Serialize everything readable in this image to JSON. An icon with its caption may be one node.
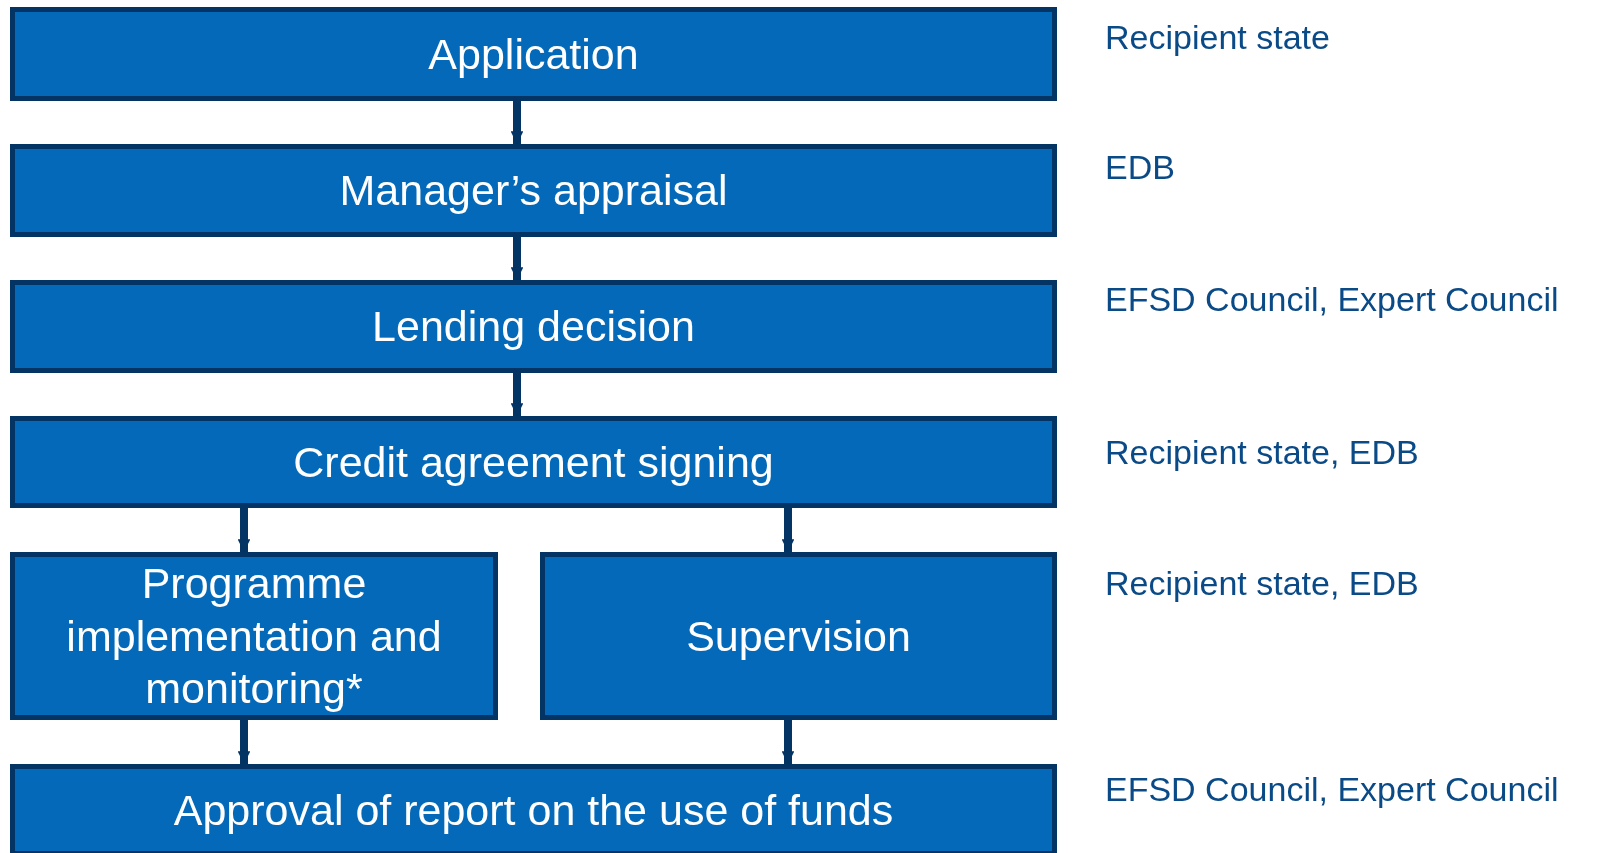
{
  "diagram": {
    "nodes": [
      {
        "text": [
          "Application"
        ],
        "beside": [
          "Recipient state"
        ]
      },
      {
        "text": [
          "Manager’s appraisal"
        ],
        "beside": [
          "EDB"
        ]
      },
      {
        "text": [
          "Lending decision"
        ],
        "beside": [
          "EFSD Council, Expert Council"
        ]
      },
      {
        "text": [
          "Credit agreement signing"
        ],
        "beside": [
          "Recipient state, EDB"
        ]
      },
      {
        "text": [
          "Programme implementation and monitoring*"
        ]
      },
      {
        "text": [
          "Supervision"
        ],
        "beside": [
          "Recipient state, EDB"
        ]
      },
      {
        "text": [
          "Approval of report on the use of funds"
        ],
        "beside": [
          "EFSD Council, Expert Council"
        ]
      }
    ],
    "edges": [
      {
        "from": 0,
        "to": 1,
        "arrow": "to"
      },
      {
        "from": 1,
        "to": 2,
        "arrow": "to"
      },
      {
        "from": 2,
        "to": 3,
        "arrow": "to"
      },
      {
        "from": 3,
        "to": 4,
        "arrow": "to"
      },
      {
        "from": 3,
        "to": 5,
        "arrow": "to"
      },
      {
        "from": 4,
        "to": 6,
        "arrow": "to"
      },
      {
        "from": 5,
        "to": 6,
        "arrow": "to"
      }
    ]
  }
}
